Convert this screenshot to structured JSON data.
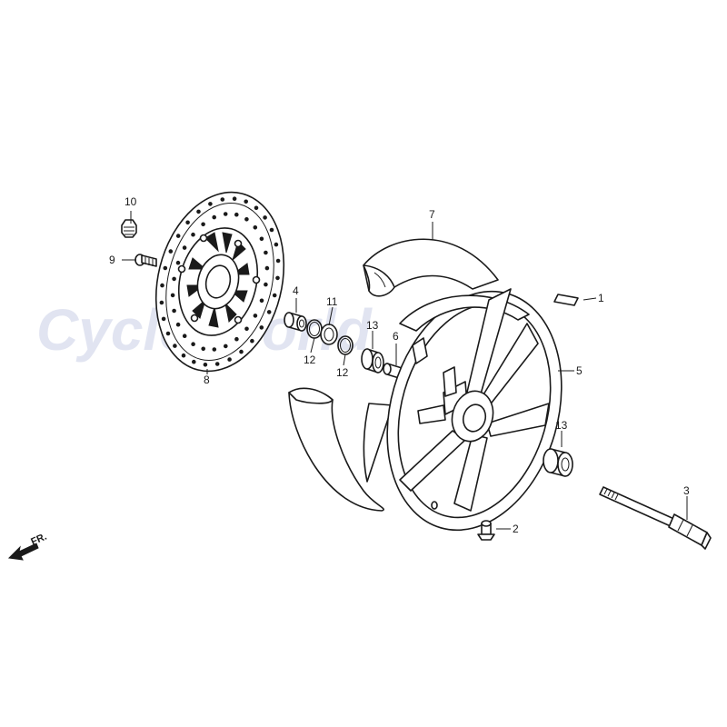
{
  "watermark": {
    "text": "Cycle World",
    "color": "#c9cfe6"
  },
  "direction_marker": {
    "label": "FR.",
    "icon": "front-direction-arrow-icon"
  },
  "parts": [
    {
      "id": "disc-bolt",
      "number": "9"
    },
    {
      "id": "disc-nut",
      "number": "10"
    },
    {
      "id": "brake-disc",
      "number": "8"
    },
    {
      "id": "side-collar",
      "number": "4"
    },
    {
      "id": "dust-seal",
      "number": "11"
    },
    {
      "id": "circlip-left",
      "number": "12"
    },
    {
      "id": "circlip-right",
      "number": "12"
    },
    {
      "id": "bearing-left",
      "number": "13"
    },
    {
      "id": "bearing-right",
      "number": "13"
    },
    {
      "id": "distance-collar",
      "number": "6"
    },
    {
      "id": "tire",
      "number": "7"
    },
    {
      "id": "wheel",
      "number": "5"
    },
    {
      "id": "balance-weight",
      "number": "1"
    },
    {
      "id": "valve",
      "number": "2"
    },
    {
      "id": "axle",
      "number": "3"
    }
  ]
}
